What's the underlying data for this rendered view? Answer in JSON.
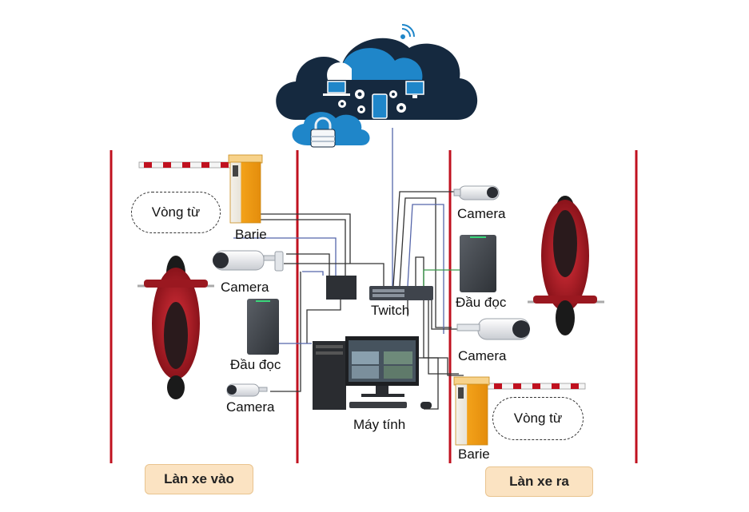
{
  "labels": {
    "loop_left": "Vòng từ",
    "loop_right": "Vòng từ",
    "barrier_left": "Barie",
    "barrier_right": "Barie",
    "camera_left_top": "Camera",
    "camera_left_bottom": "Camera",
    "camera_right_top": "Camera",
    "camera_right_mid": "Camera",
    "reader_left": "Đầu đọc",
    "reader_right": "Đầu đọc",
    "switch": "Twitch",
    "computer": "Máy tính"
  },
  "lanes": {
    "entry": "Làn xe vào",
    "exit": "Làn xe ra"
  },
  "colors": {
    "lane_line": "#c0111f",
    "cloud_dark": "#15293f",
    "cloud_blue": "#1f86c9",
    "barrier_body": "#f2a21c",
    "wire_dark": "#333333",
    "wire_blue": "#5566aa",
    "wire_green": "#3a9a4a",
    "lane_box": "#fbe3c2"
  },
  "icons": [
    "cloud-icon",
    "lock-icon",
    "wifi-icon",
    "gear-icon",
    "monitor-icon",
    "laptop-icon",
    "tablet-icon",
    "motorbike-icon",
    "camera-icon",
    "card-reader-icon",
    "network-switch-icon",
    "computer-icon",
    "barrier-gate-icon"
  ]
}
